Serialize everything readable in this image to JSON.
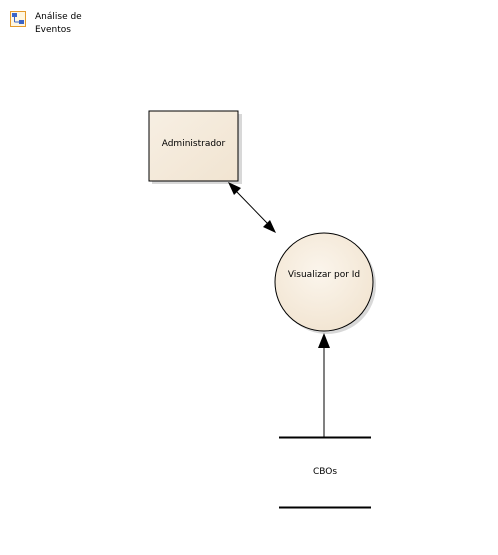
{
  "diagram_link": {
    "icon": "diagram-link-icon",
    "label": "Análise de Eventos"
  },
  "external_entity": {
    "label": "Administrador"
  },
  "process": {
    "label": "Visualizar por Id"
  },
  "data_store": {
    "label": "CBOs"
  },
  "colors": {
    "node_fill": "#f5ebdc",
    "node_fill_light": "#fbf6ee",
    "stroke": "#000000",
    "icon_blue": "#3a64c8",
    "icon_orange": "#e49a2c"
  }
}
